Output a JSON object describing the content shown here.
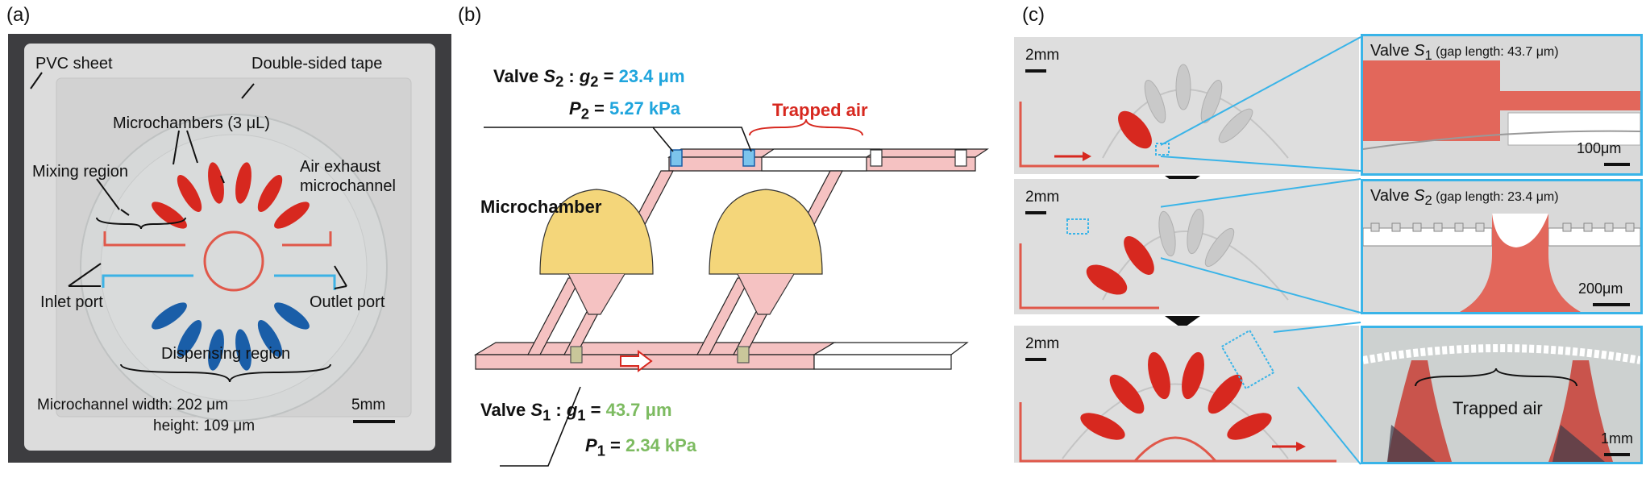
{
  "panel_a": {
    "label": "(a)",
    "pvc_sheet": "PVC sheet",
    "double_sided_tape": "Double-sided tape",
    "microchambers": "Microchambers (3 μL)",
    "mixing_region": "Mixing region",
    "air_exhaust_1": "Air exhaust",
    "air_exhaust_2": "microchannel",
    "inlet_port": "Inlet port",
    "outlet_port": "Outlet port",
    "dispensing_region": "Dispensing region",
    "microchannel_width": "Microchannel width: 202 μm",
    "height": "height: 109 μm",
    "scale": "5mm"
  },
  "panel_b": {
    "label": "(b)",
    "valve2_prefix": "Valve ",
    "valve2_s": "S",
    "valve2_sub": "2",
    "valve2_mid": " : ",
    "valve2_g": "g",
    "valve2_gsub": "2",
    "valve2_eq": " = ",
    "valve2_value": "23.4 μm",
    "p2_p": "P",
    "p2_sub": "2",
    "p2_eq": " = ",
    "p2_value": "5.27 kPa",
    "trapped_air": "Trapped air",
    "microchamber": "Microchamber",
    "valve1_prefix": "Valve ",
    "valve1_s": "S",
    "valve1_sub": "1",
    "valve1_mid": " : ",
    "valve1_g": "g",
    "valve1_gsub": "1",
    "valve1_eq": " = ",
    "valve1_value": "43.7 μm",
    "p1_p": "P",
    "p1_sub": "1",
    "p1_eq": " = ",
    "p1_value": "2.34 kPa"
  },
  "panel_c": {
    "label": "(c)",
    "scale_2mm_1": "2mm",
    "scale_2mm_2": "2mm",
    "scale_2mm_3": "2mm",
    "zoom1_title_prefix": "Valve ",
    "zoom1_s": "S",
    "zoom1_sub": "1",
    "zoom1_gap": " (gap length: 43.7 μm)",
    "zoom1_scale": "100μm",
    "zoom2_title_prefix": "Valve ",
    "zoom2_s": "S",
    "zoom2_sub": "2",
    "zoom2_gap": " (gap length: 23.4 μm)",
    "zoom2_scale": "200μm",
    "zoom3_trapped_air": "Trapped air",
    "zoom3_scale": "1mm"
  },
  "colors": {
    "accent_cyan": "#1fa5dd",
    "accent_green": "#7dbb61",
    "accent_red": "#d7281f",
    "zoom_border": "#39b4e8",
    "channel_pink": "#f5c2c2",
    "chamber_yellow": "#f4d67a"
  }
}
